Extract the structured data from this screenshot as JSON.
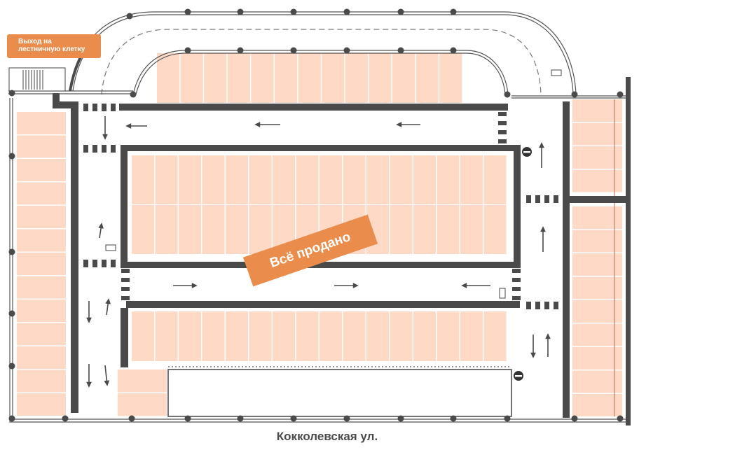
{
  "labels": {
    "exit_line1": "Выход на",
    "exit_line2": "лестничную клетку",
    "sold_out": "Всё продано",
    "street": "Кокколевская ул."
  },
  "colors": {
    "spot": "#fdd9c6",
    "wall": "#4a4a4a",
    "accent": "#ea8c4b"
  },
  "icons": [
    "no-entry-icon",
    "arrow-icon",
    "stairs-icon",
    "parking-sign-icon"
  ]
}
